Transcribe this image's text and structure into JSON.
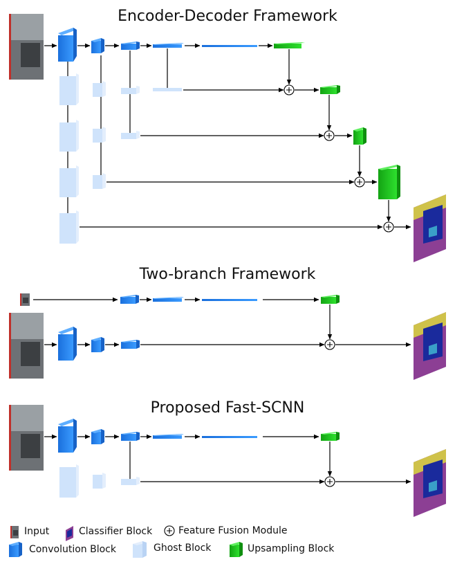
{
  "sections": {
    "encoder_decoder": {
      "title": "Encoder-Decoder Framework"
    },
    "two_branch": {
      "title": "Two-branch Framework"
    },
    "fast_scnn": {
      "title": "Proposed Fast-SCNN"
    }
  },
  "legend": {
    "input": "Input",
    "classifier": "Classifier Block",
    "ffm": "Feature Fusion Module",
    "conv": "Convolution Block",
    "ghost": "Ghost Block",
    "upsampling": "Upsampling Block"
  },
  "colors": {
    "conv": "#1e7ff0",
    "ghost": "#cfe3fb",
    "upsampling": "#19c419",
    "segmentation_purple": "#8c3f94",
    "segmentation_blue": "#1a2a9c",
    "segmentation_yellow": "#cfc24a",
    "input_photo": "#6a6e70"
  },
  "icons": {
    "input": "street-photo-icon",
    "classifier": "segmentation-map-icon",
    "ffm": "circled-plus-icon"
  }
}
